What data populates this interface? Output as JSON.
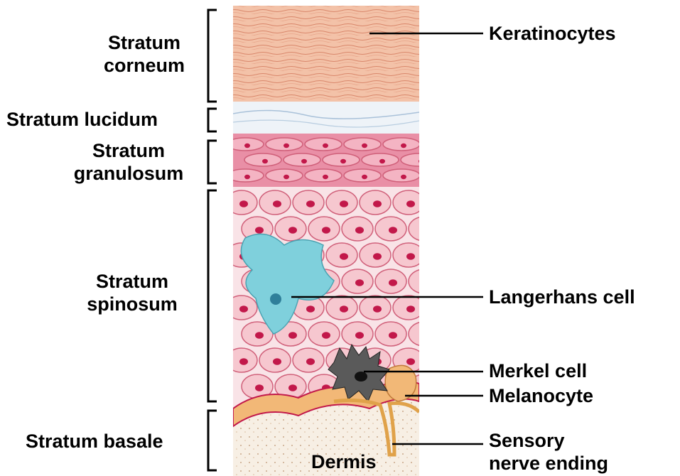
{
  "layers": [
    {
      "id": "corneum",
      "lines": [
        "Stratum",
        "corneum"
      ]
    },
    {
      "id": "lucidum",
      "lines": [
        "Stratum lucidum"
      ]
    },
    {
      "id": "granulosum",
      "lines": [
        "Stratum",
        "granulosum"
      ]
    },
    {
      "id": "spinosum",
      "lines": [
        "Stratum",
        "spinosum"
      ]
    },
    {
      "id": "basale",
      "lines": [
        "Stratum basale"
      ]
    }
  ],
  "structures": {
    "keratinocytes": "Keratinocytes",
    "langerhans": "Langerhans cell",
    "merkel": "Merkel cell",
    "melanocyte": "Melanocyte",
    "sensory_1": "Sensory",
    "sensory_2": "nerve ending",
    "dermis": "Dermis"
  },
  "colors": {
    "corneum": "#f3c2a8",
    "lucidum": "#eef3f8",
    "granulosum": "#e98fa6",
    "spinosum": "#f6c7cf",
    "cell_border": "#d0607a",
    "nucleus": "#c2184a",
    "langerhans": "#7fd0dc",
    "melanocyte": "#f2b877",
    "merkel": "#555555",
    "dermis": "#f7efe4"
  }
}
